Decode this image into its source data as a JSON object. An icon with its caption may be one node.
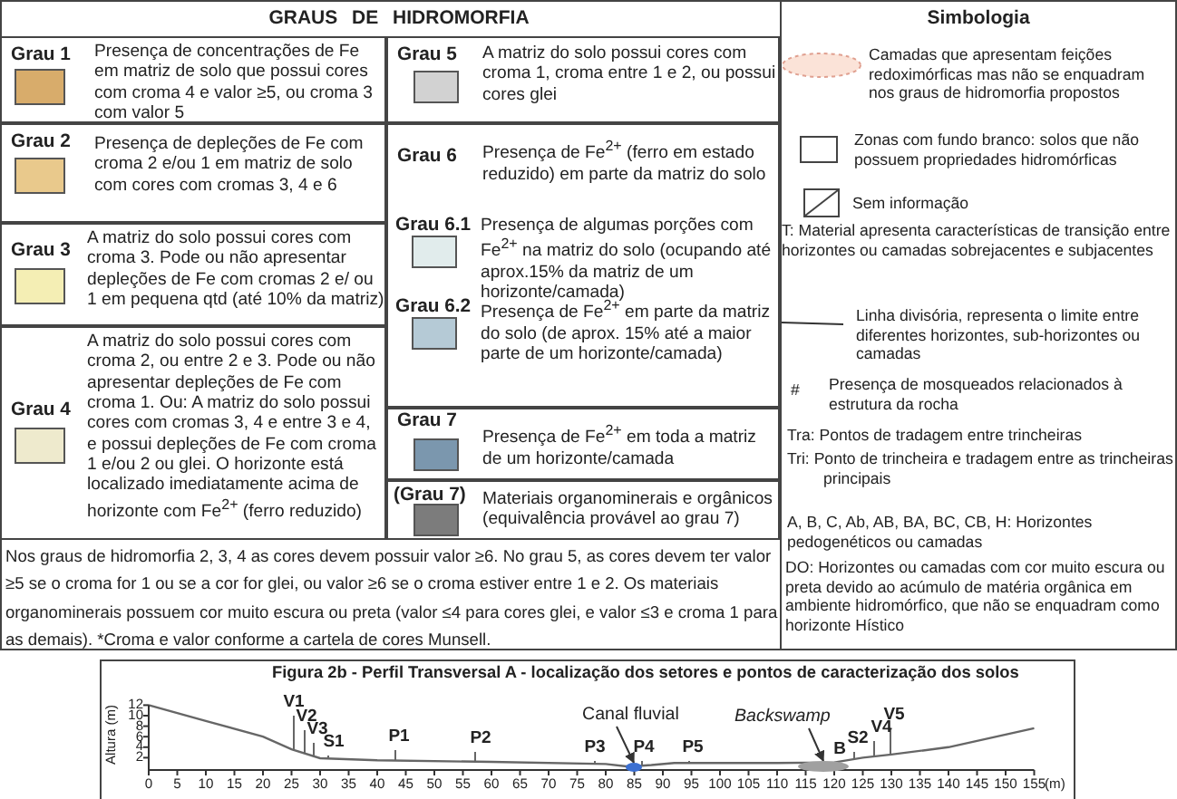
{
  "diagram": {
    "title": "GRAUS DE HIDROMORFIA",
    "caption": "Figura 2b - Perfil Transversal A - localização dos setores e pontos de caracterização dos solos",
    "nodes": [
      {
        "text": [
          "Grau 1",
          "Presença de concentrações de Fe em matriz de solo que possui cores com croma 4 e valor ≥5, ou croma 3 com valor 5"
        ]
      },
      {
        "text": [
          "Grau 2",
          "Presença de depleções de Fe com croma 2 e/ou 1 em matriz de solo com cores com cromas 3, 4 e 6"
        ]
      },
      {
        "text": [
          "Grau 3",
          "A matriz do solo possui cores com croma 3. Pode ou não apresentar depleções de Fe com cromas 2 e/ ou 1 em pequena qtd (até 10% da matriz)"
        ]
      },
      {
        "text": [
          "Grau 4",
          "A matriz do solo possui cores com croma 2, ou entre 2 e 3. Pode ou não apresentar depleções de Fe com croma 1. Ou: A matriz do solo possui cores com cromas 3, 4 e entre 3 e 4, e possui depleções de Fe com croma 1 e/ou 2 ou glei. O horizonte está localizado imediatamente acima de horizonte com Fe$^{2+}$ (ferro reduzido)"
        ]
      },
      {
        "text": [
          "Grau 5",
          "A matriz do solo possui cores com croma 1, croma entre 1 e 2, ou possui cores glei"
        ]
      },
      {
        "text": [
          "Grau 6",
          "Presença de Fe$^{2+}$ (ferro em estado reduzido) em parte da matriz do solo"
        ]
      },
      {
        "text": [
          "Grau 6.1",
          "Presença de algumas porções com Fe$^{2+}$ na matriz do solo (ocupando até aprox.15% da matriz de um horizonte/camada)"
        ],
        "in": 5
      },
      {
        "text": [
          "Grau 6.2",
          "Presença de Fe$^{2+}$ em parte da matriz do solo (de aprox. 15% até a maior parte de um horizonte/camada)"
        ],
        "in": 5
      },
      {
        "text": [
          "Grau 7",
          "Presença de Fe$^{2+}$ em toda a matriz de um horizonte/camada"
        ]
      },
      {
        "text": [
          "(Grau 7)",
          "Materiais organominerais e orgânicos (equivalência provável ao grau 7)"
        ]
      },
      {
        "text": [
          "Canal fluvial"
        ]
      },
      {
        "text": [],
        "shape": "ellipse"
      },
      {
        "text": [
          "Backswamp"
        ]
      },
      {
        "text": [],
        "shape": "ellipse"
      }
    ],
    "edges": [
      {
        "from": 10,
        "to": 11,
        "arrow": "to"
      },
      {
        "from": 12,
        "to": 13,
        "arrow": "to"
      }
    ],
    "labels": [
      "Simbologia",
      "T: Material apresenta características de transição entre horizontes ou camadas sobrejacentes e subjacentes",
      "#",
      "Presença de mosqueados relacionados à estrutura da rocha",
      "Tra: Pontos de tradagem entre trincheiras",
      "Tri: Ponto de trincheira e tradagem entre as trincheiras principais",
      "A, B, C, Ab, AB, BA, BC, CB, H: Horizontes pedogenéticos ou camadas",
      "DO: Horizontes ou camadas com cor muito escura ou preta devido ao acúmulo de matéria orgânica em ambiente hidromórfico, que não se enquadram como horizonte Hístico",
      "Nos graus de hidromorfia 2, 3, 4 as cores devem possuir valor ≥6. No grau 5, as cores devem ter valor ≥5 se o croma for 1 ou se a cor for glei, ou valor ≥6 se o croma estiver entre 1 e 2. Os materiais organominerais possuem cor muito escura ou preta (valor ≤4 para cores glei, e valor ≤3 e croma 1 para as demais). *Croma e valor conforme a cartela de cores Munsell.",
      "V1",
      "V2",
      "V3",
      "S1",
      "P1",
      "P2",
      "P3",
      "P4",
      "P5",
      "B",
      "S2",
      "V4",
      "V5",
      "Altura (m)",
      "12",
      "10",
      "8",
      "6",
      "4",
      "2",
      "0",
      "5",
      "10",
      "15",
      "20",
      "25",
      "30",
      "35",
      "40",
      "45",
      "50",
      "55",
      "60",
      "65",
      "70",
      "75",
      "80",
      "85",
      "90",
      "95",
      "100",
      "105",
      "110",
      "115",
      "120",
      "125",
      "130",
      "135",
      "140",
      "145",
      "150",
      "155",
      "(m)"
    ],
    "legend": [
      {
        "text": "Camadas que apresentam feições redoximórficas mas não se enquadram nos graus de hidromorfia propostos"
      },
      {
        "text": "Zonas com fundo branco: solos que não possuem propriedades hidromórficas"
      },
      {
        "text": "Sem informação"
      },
      {
        "text": "Linha divisória, representa o limite entre diferentes horizontes, sub-horizontes ou camadas"
      }
    ]
  }
}
